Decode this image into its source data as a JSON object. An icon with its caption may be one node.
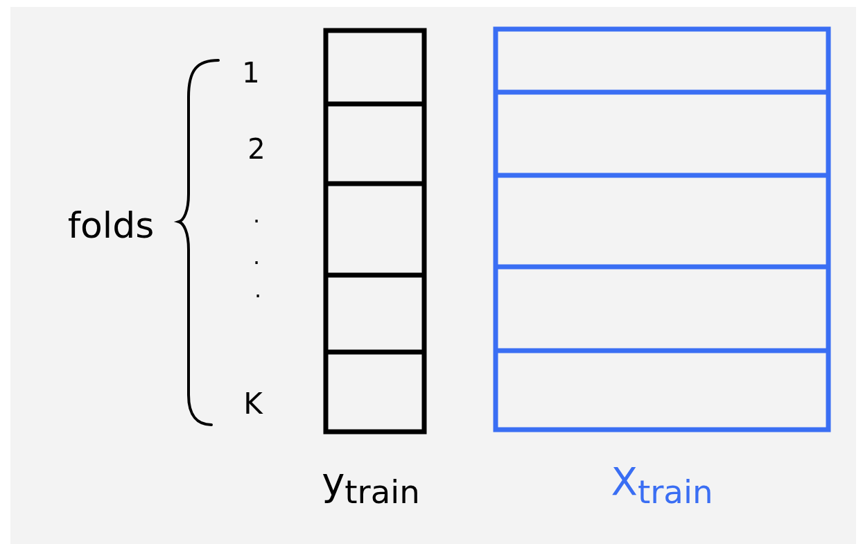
{
  "diagram": {
    "labels": [
      "folds",
      "1",
      "2",
      ".",
      ".",
      ".",
      "K",
      "y$_{train}$",
      "X$_{train}$"
    ]
  }
}
